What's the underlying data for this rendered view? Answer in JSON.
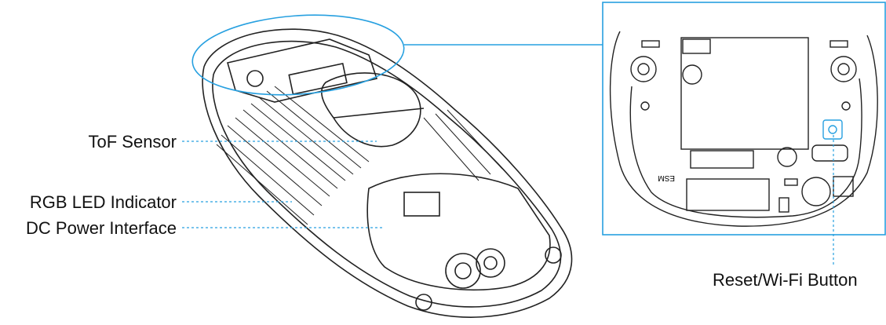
{
  "labels": {
    "tof_sensor": "ToF Sensor",
    "rgb_led": "RGB LED Indicator",
    "dc_power": "DC Power Interface",
    "reset_button": "Reset/Wi-Fi Button"
  },
  "inset_pcb_marking": "ESM",
  "colors": {
    "callout": "#27a0e0",
    "line": "#222222"
  }
}
